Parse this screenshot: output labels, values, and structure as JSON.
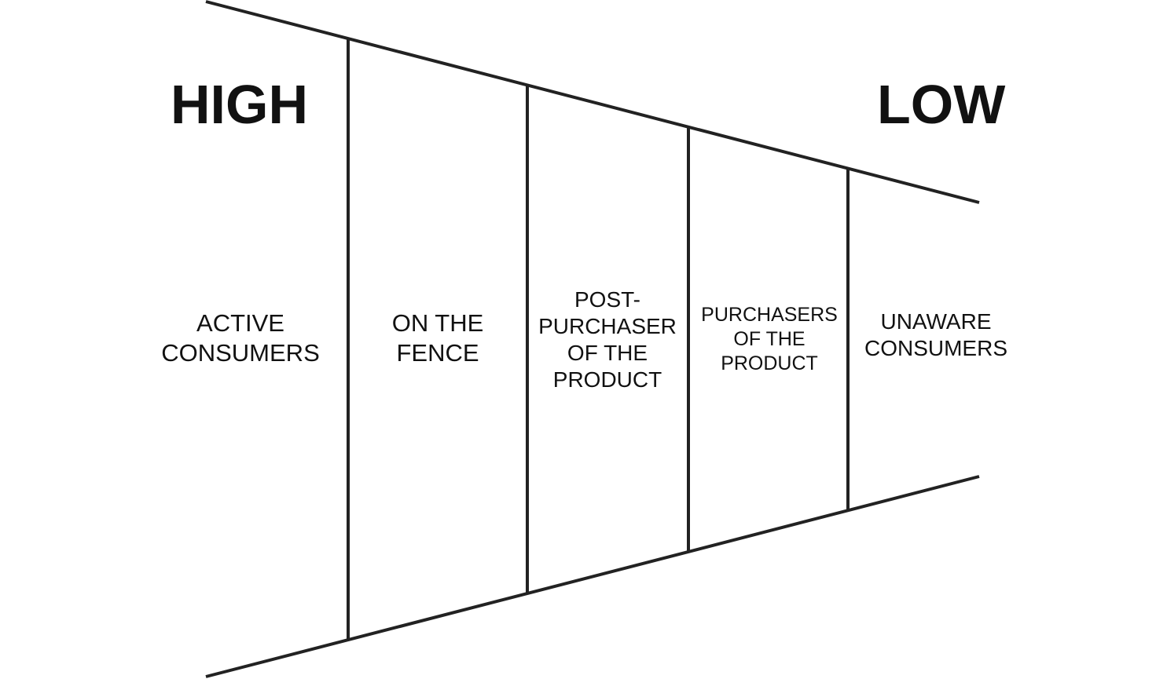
{
  "labels": {
    "high": "HIGH",
    "low": "LOW"
  },
  "stages": [
    {
      "lines": [
        "ACTIVE",
        "CONSUMERS"
      ]
    },
    {
      "lines": [
        "ON THE",
        "FENCE"
      ]
    },
    {
      "lines": [
        "POST-",
        "PURCHASER",
        "OF THE",
        "PRODUCT"
      ]
    },
    {
      "lines": [
        "PURCHASERS",
        "OF THE",
        "PRODUCT"
      ]
    },
    {
      "lines": [
        "UNAWARE",
        "CONSUMERS"
      ]
    }
  ],
  "colors": {
    "stroke": "#222222",
    "text": "#111111",
    "background": "#ffffff"
  }
}
